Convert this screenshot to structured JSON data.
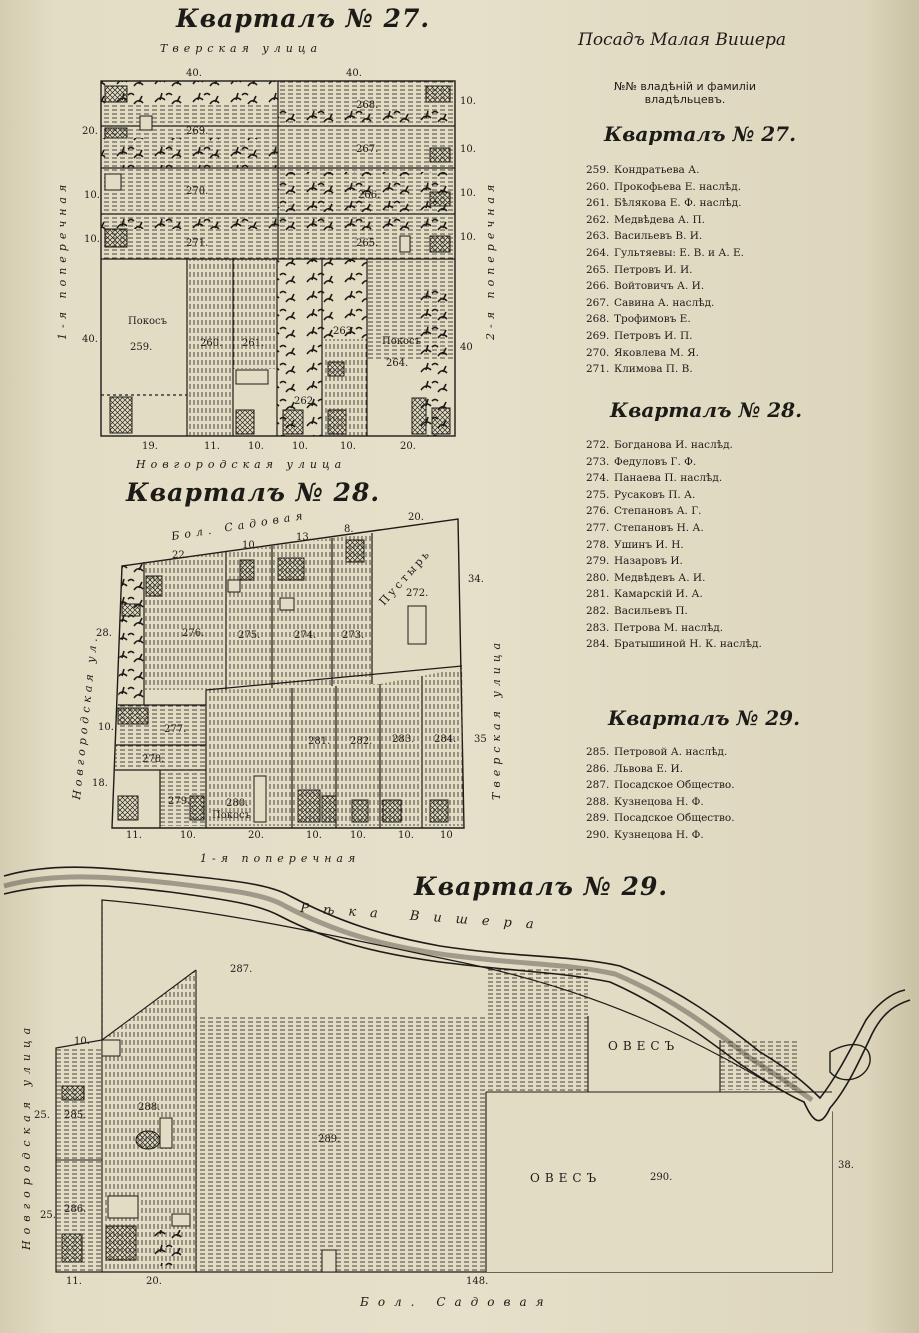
{
  "header": {
    "place": "Посадъ Малая Вишера"
  },
  "titles": {
    "q27": "Кварталъ № 27.",
    "q28": "Кварталъ № 28.",
    "q29": "Кварталъ № 29."
  },
  "legend": {
    "subtitle": "№№ владѣній и фамиліи владѣльцевъ.",
    "sections": [
      {
        "title": "Кварталъ № 27.",
        "items": [
          {
            "num": "259.",
            "name": "Кондратьева А."
          },
          {
            "num": "260.",
            "name": "Прокофьева Е. наслѣд."
          },
          {
            "num": "261.",
            "name": "Бѣлякова Е. Ф. наслѣд."
          },
          {
            "num": "262.",
            "name": "Медвѣдева А. П."
          },
          {
            "num": "263.",
            "name": "Васильевъ В. И."
          },
          {
            "num": "264.",
            "name": "Гультяевы: Е. В. и А. Е."
          },
          {
            "num": "265.",
            "name": "Петровъ И. И."
          },
          {
            "num": "266.",
            "name": "Войтовичъ А. И."
          },
          {
            "num": "267.",
            "name": "Савина А. наслѣд."
          },
          {
            "num": "268.",
            "name": "Трофимовъ Е."
          },
          {
            "num": "269.",
            "name": "Петровъ И. П."
          },
          {
            "num": "270.",
            "name": "Яковлева М. Я."
          },
          {
            "num": "271.",
            "name": "Климова П. В."
          }
        ]
      },
      {
        "title": "Кварталъ № 28.",
        "items": [
          {
            "num": "272.",
            "name": "Богданова И. наслѣд."
          },
          {
            "num": "273.",
            "name": "Федуловъ Г. Ф."
          },
          {
            "num": "274.",
            "name": "Панаева П. наслѣд."
          },
          {
            "num": "275.",
            "name": "Русаковъ П. А."
          },
          {
            "num": "276.",
            "name": "Степановъ А. Г."
          },
          {
            "num": "277.",
            "name": "Степановъ Н. А."
          },
          {
            "num": "278.",
            "name": "Ушинъ И. Н."
          },
          {
            "num": "279.",
            "name": "Назаровъ И."
          },
          {
            "num": "280.",
            "name": "Медвѣдевъ А. И."
          },
          {
            "num": "281.",
            "name": "Камарскій И. А."
          },
          {
            "num": "282.",
            "name": "Васильевъ П."
          },
          {
            "num": "283.",
            "name": "Петрова М. наслѣд."
          },
          {
            "num": "284.",
            "name": "Братышиной Н. К. наслѣд."
          }
        ]
      },
      {
        "title": "Кварталъ № 29.",
        "items": [
          {
            "num": "285.",
            "name": "Петровой А. наслѣд."
          },
          {
            "num": "286.",
            "name": "Львова Е. И."
          },
          {
            "num": "287.",
            "name": "Посадское Общество."
          },
          {
            "num": "288.",
            "name": "Кузнецова Н. Ф."
          },
          {
            "num": "289.",
            "name": "Посадское Общество."
          },
          {
            "num": "290.",
            "name": "Кузнецова Н. Ф."
          }
        ]
      }
    ]
  },
  "map27": {
    "streets": {
      "top": "Тверская улица",
      "bottom": "Новгородская улица",
      "left": "1-я поперечная",
      "right": "2-я поперечная"
    },
    "top_dims": [
      "40.",
      "40."
    ],
    "left_dims": [
      "20.",
      "10.",
      "10.",
      "40."
    ],
    "right_dims": [
      "10.",
      "10.",
      "10.",
      "10.",
      "40"
    ],
    "bottom_dims": [
      "19.",
      "11.",
      "10.",
      "10.",
      "10.",
      "20."
    ],
    "plots": {
      "p259": "259.",
      "p260": "260.",
      "p261": "261.",
      "p262": "262.",
      "p263": "263.",
      "p264": "264.",
      "p265": "265.",
      "p266": "266.",
      "p267": "267.",
      "p268": "268.",
      "p269": "269.",
      "p270": "270.",
      "p271": "271."
    },
    "labels": {
      "pokos1": "Покосъ",
      "pokos2": "Покосъ"
    }
  },
  "map28": {
    "streets": {
      "top": "Бол. Садовая",
      "bottom": "1-я поперечная",
      "left": "Новгородская ул.",
      "right": "Тверская улица"
    },
    "top_dims": [
      "22.",
      "10.",
      "13.",
      "8.",
      "20."
    ],
    "left_dims": [
      "28.",
      "10.",
      "18."
    ],
    "right_dims": [
      "34.",
      "35"
    ],
    "bottom_dims": [
      "11.",
      "10.",
      "20.",
      "10.",
      "10.",
      "10.",
      "10"
    ],
    "plots": {
      "p272": "272.",
      "p273": "273.",
      "p274": "274.",
      "p275": "275.",
      "p276": "276.",
      "p277": "277.",
      "p278": "278.",
      "p279": "279.",
      "p280": "280.",
      "p281": "281.",
      "p282": "282.",
      "p283": "283.",
      "p284": "284."
    },
    "labels": {
      "pustyr": "Пустырь",
      "pokos": "Покосъ"
    }
  },
  "map29": {
    "streets": {
      "river": "Рѣка Вишера",
      "bottom": "Бол. Садовая",
      "left": "Новгородская улица"
    },
    "dims": {
      "top": "10.",
      "left1": "25.",
      "left2": "25.",
      "bottom1": "11.",
      "bottom2": "20.",
      "bottom3": "148.",
      "right": "38."
    },
    "plots": {
      "p285": "285.",
      "p286": "286.",
      "p287": "287.",
      "p288": "288.",
      "p289": "289.",
      "p290": "290."
    },
    "labels": {
      "oves1": "ОВЕСЪ",
      "oves2": "ОВЕСЪ"
    }
  }
}
